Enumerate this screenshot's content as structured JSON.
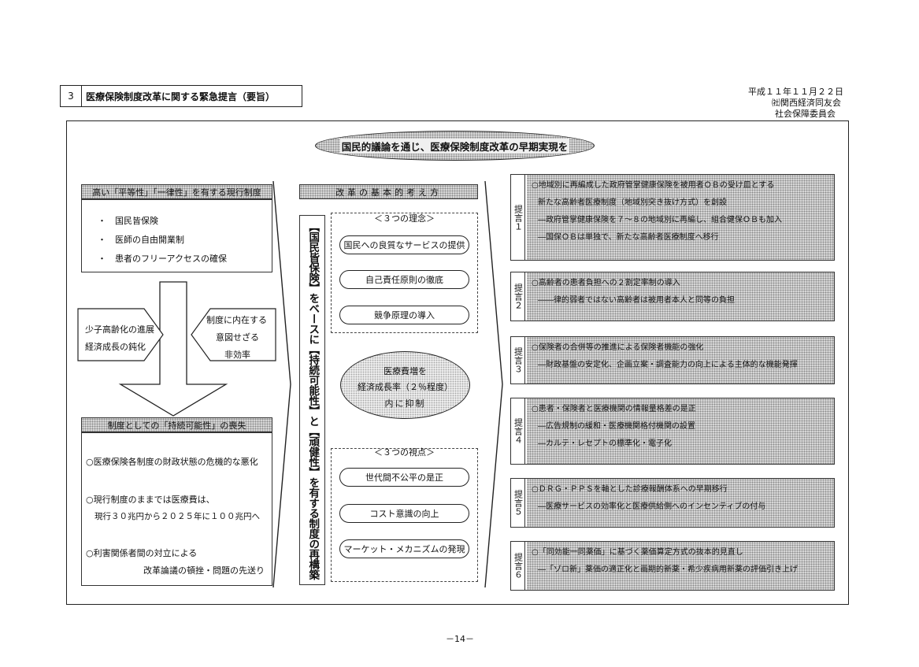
{
  "header": {
    "number": "3",
    "title": "医療保険制度改革に関する緊急提言（要旨）",
    "date": "平成１１年１１月２２日",
    "org1": "㈳関西経済同友会",
    "org2": "社会保障委員会"
  },
  "banner": "国民的議論を通じ、医療保険制度改革の早期実現を",
  "left": {
    "current_title": "高い「平等性」「一律性」を有する現行制度",
    "current_items": [
      "国民皆保険",
      "医師の自由開業制",
      "患者のフリーアクセスの確保"
    ],
    "bullet": "・",
    "factor_left_1": "少子高齢化の進展",
    "factor_left_2": "経済成長の鈍化",
    "factor_right_1": "制度に内在する",
    "factor_right_2": "意図せざる",
    "factor_right_3": "非効率",
    "loss_title": "制度としての「持続可能性」の喪失",
    "loss_1": "○医療保険各制度の財政状態の危機的な悪化",
    "loss_2a": "○現行制度のままでは医療費は、",
    "loss_2b": "現行３０兆円から２０２５年に１００兆円へ",
    "loss_3a": "○利害関係者間の対立による",
    "loss_3b": "改革論議の頓挫・問題の先送り"
  },
  "vertical_text": "【国民皆保険】をベースに【持続可能性】と【頑健性】を有する制度の再構築",
  "middle": {
    "title": "改革の基本的考え方",
    "principles_label": "＜３つの理念＞",
    "principles": [
      "国民への良質なサービスの提供",
      "自己責任原則の徹底",
      "競争原理の導入"
    ],
    "ellipse_1": "医療費増を",
    "ellipse_2": "経済成長率（２％程度）",
    "ellipse_3": "内に抑制",
    "viewpoints_label": "＜３つの視点＞",
    "viewpoints": [
      "世代間不公平の是正",
      "コスト意識の向上",
      "マーケット・メカニズムの発現"
    ]
  },
  "proposals": [
    {
      "label": "提言１",
      "lines": [
        "○地域別に再編成した政府管掌健康保険を被用者ＯＢの受け皿とする",
        "新たな高齢者医療制度（地域別突き抜け方式）を創設",
        "―政府管掌健康保険を７～８の地域別に再編し、組合健保ＯＢも加入",
        "―国保ＯＢは単独で、新たな高齢者医療制度へ移行"
      ]
    },
    {
      "label": "提言２",
      "lines": [
        "○高齢者の患者負担への２割定率制の導入",
        "――律的弱者ではない高齢者は被用者本人と同等の負担"
      ]
    },
    {
      "label": "提言３",
      "lines": [
        "○保険者の合併等の推進による保険者機能の強化",
        "―財政基盤の安定化、企画立案・調査能力の向上による主体的な機能発揮"
      ]
    },
    {
      "label": "提言４",
      "lines": [
        "○患者・保険者と医療機関の情報量格差の是正",
        "―広告規制の緩和・医療機関格付機関の設置",
        "―カルテ・レセプトの標準化・電子化"
      ]
    },
    {
      "label": "提言５",
      "lines": [
        "○ＤＲＧ・ＰＰＳを軸とした診療報酬体系への早期移行",
        "―医療サービスの効率化と医療供給側へのインセンティブの付与"
      ]
    },
    {
      "label": "提言６",
      "lines": [
        "○「同効能一同薬価」に基づく薬価算定方式の抜本的見直し",
        "―「ゾロ新」薬価の適正化と画期的新薬・希少疾病用新薬の評価引き上げ"
      ]
    }
  ],
  "footer": {
    "page": "－14－"
  }
}
